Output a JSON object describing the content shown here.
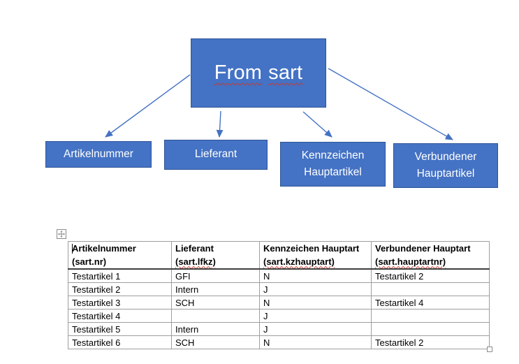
{
  "diagram": {
    "root": {
      "label": "From sart",
      "words": [
        "From",
        "sart"
      ]
    },
    "children": [
      {
        "label": "Artikelnummer"
      },
      {
        "label": "Lieferant"
      },
      {
        "label": "Kennzeichen Hauptartikel"
      },
      {
        "label": "Verbundener Hauptartikel"
      }
    ]
  },
  "table": {
    "columns": [
      {
        "title": "Artikelnummer",
        "field": "(sart.nr)"
      },
      {
        "title": "Lieferant",
        "field": "(sart.lfkz)"
      },
      {
        "title": "Kennzeichen Hauptart",
        "field": "(sart.kzhauptart)"
      },
      {
        "title": "Verbundener Hauptart",
        "field": "(sart.hauptartnr)"
      }
    ],
    "rows": [
      [
        "Testartikel 1",
        "GFI",
        "N",
        "Testartikel 2"
      ],
      [
        "Testartikel 2",
        "Intern",
        "J",
        ""
      ],
      [
        "Testartikel 3",
        "SCH",
        "N",
        "Testartikel 4"
      ],
      [
        "Testartikel 4",
        "",
        "J",
        ""
      ],
      [
        "Testartikel 5",
        "Intern",
        "J",
        ""
      ],
      [
        "Testartikel 6",
        "SCH",
        "N",
        "Testartikel 2"
      ]
    ]
  },
  "colors": {
    "box-fill": "#4472C4",
    "box-border": "#2F5597",
    "arrow": "#4472C4",
    "squiggle": "#C9372C",
    "grid": "#9E9E9E",
    "header-rule": "#3F3F3F",
    "handle": "#8C8C8C"
  }
}
